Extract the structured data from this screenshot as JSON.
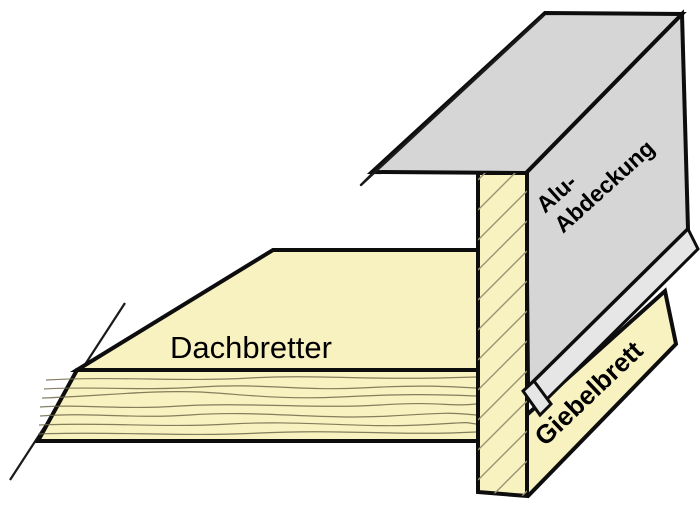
{
  "diagram": {
    "title": "Verge detail with aluminium capping (German carpentry diagram)",
    "labels": {
      "roof_boards": "Dachbretter",
      "alu_cover_line1": "Alu-",
      "alu_cover_line2": "Abdeckung",
      "gable_board": "Giebelbrett"
    },
    "colors": {
      "wood": "#F8F1C0",
      "alu": "#D6D6D6",
      "alu_lip": "#E6E6E6",
      "outline": "#0d0d0d",
      "background": "#ffffff"
    }
  }
}
